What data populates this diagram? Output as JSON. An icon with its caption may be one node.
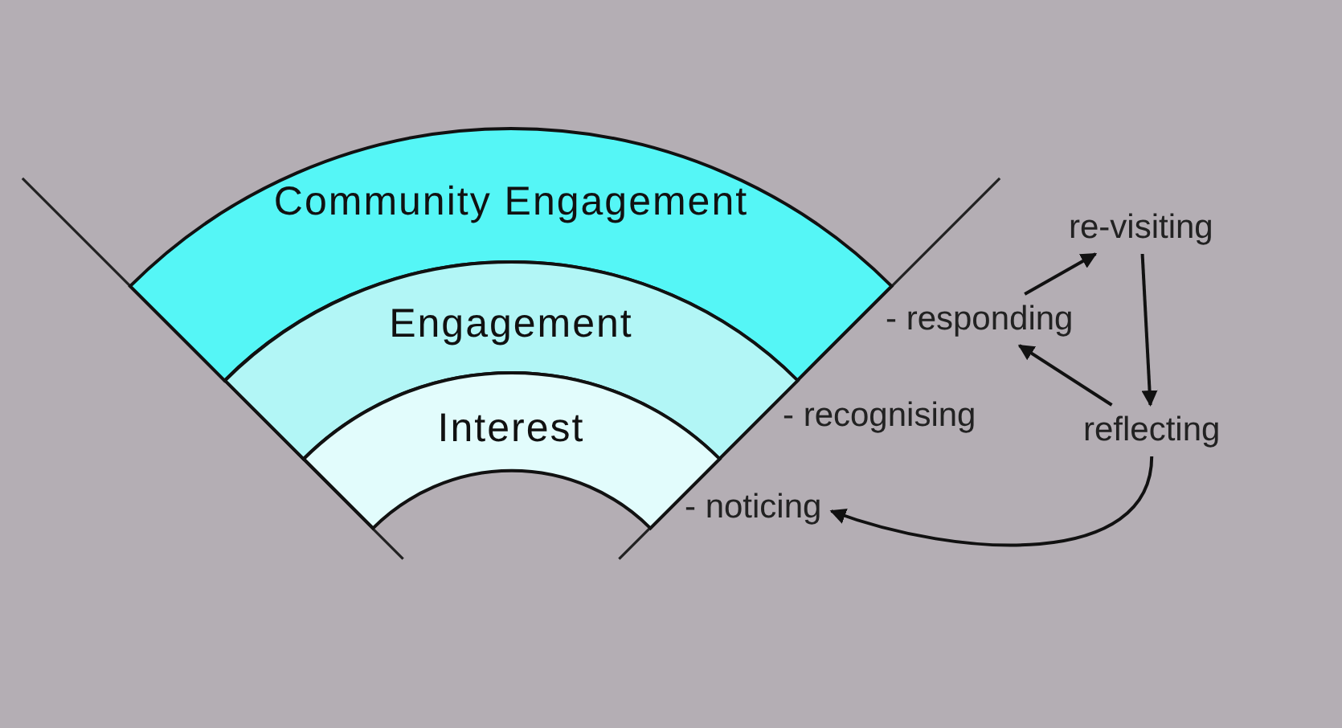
{
  "diagram": {
    "nodes": [
      {
        "text": [
          "Community Engagement"
        ]
      },
      {
        "text": [
          "Engagement"
        ]
      },
      {
        "text": [
          "Interest"
        ]
      },
      {
        "text": [
          "re-visiting"
        ]
      },
      {
        "text": [
          "- responding"
        ]
      },
      {
        "text": [
          "- recognising"
        ]
      },
      {
        "text": [
          "reflecting"
        ]
      },
      {
        "text": [
          "- noticing"
        ]
      }
    ],
    "edges": [
      {
        "from": 4,
        "to": 3,
        "arrow": "to"
      },
      {
        "from": 3,
        "to": 6,
        "arrow": "to"
      },
      {
        "from": 6,
        "to": 4,
        "arrow": "to"
      },
      {
        "from": 6,
        "to": 7,
        "arrow": "to"
      }
    ]
  }
}
